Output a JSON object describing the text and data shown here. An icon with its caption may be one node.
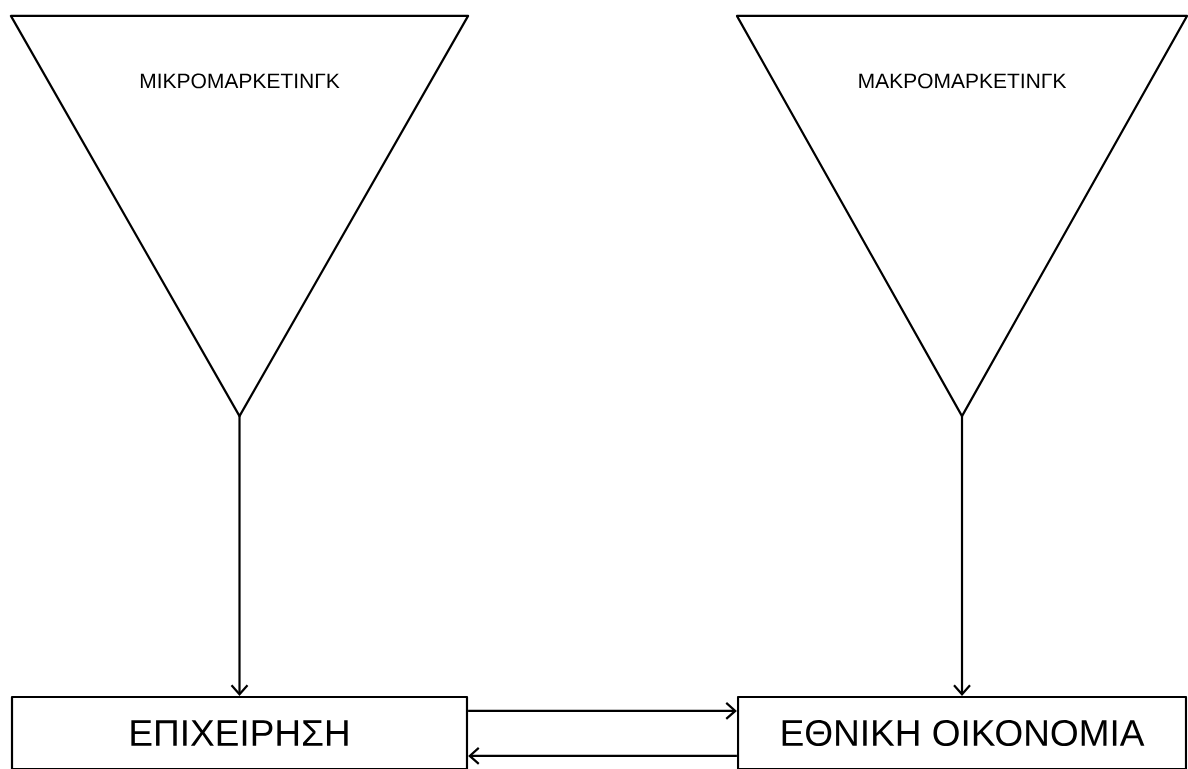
{
  "diagram": {
    "nodes": [
      {
        "text": [
          "ΜΙΚΡΟΜΑΡΚΕΤΙΝΓΚ"
        ]
      },
      {
        "text": [
          "ΜΑΚΡΟΜΑΡΚΕΤΙΝΓΚ"
        ]
      },
      {
        "text": [
          "ΕΠΙΧΕΙΡΗΣΗ"
        ]
      },
      {
        "text": [
          "ΕΘΝΙΚΗ ΟΙΚΟΝΟΜΙΑ"
        ]
      }
    ],
    "edges": [
      {
        "from": 0,
        "to": 2,
        "arrow": "to"
      },
      {
        "from": 1,
        "to": 3,
        "arrow": "to"
      },
      {
        "from": 2,
        "to": 3,
        "arrow": "to"
      },
      {
        "from": 3,
        "to": 2,
        "arrow": "to"
      }
    ]
  }
}
